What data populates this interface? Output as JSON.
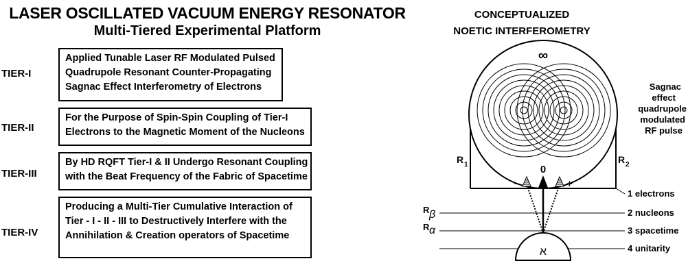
{
  "left": {
    "title": "LASER OSCILLATED VACUUM ENERGY RESONATOR",
    "subtitle": "Multi-Tiered Experimental Platform",
    "tiers": [
      {
        "label": "TIER-I",
        "lines": [
          "Applied Tunable Laser RF Modulated Pulsed",
          "Quadrupole  Resonant Counter-Propagating",
          "Sagnac Effect Interferometry of Electrons"
        ]
      },
      {
        "label": "TIER-II",
        "lines": [
          "For the Purpose of Spin-Spin Coupling of Tier-I",
          "Electrons to the Magnetic Moment of the Nucleons"
        ]
      },
      {
        "label": "TIER-III",
        "lines": [
          "By HD RQFT Tier-I & II Undergo Resonant Coupling",
          "with the Beat Frequency of the Fabric of Spacetime"
        ]
      },
      {
        "label": "TIER-IV",
        "lines": [
          "Producing a Multi-Tier Cumulative Interaction of",
          "Tier - I - II - III  to Destructively Interfere with the",
          "Annihilation & Creation operators of Spacetime"
        ]
      }
    ]
  },
  "right": {
    "title_line1": "CONCEPTUALIZED",
    "title_line2": "NOETIC INTERFEROMETRY",
    "infinity": "∞",
    "zero": "0",
    "minus": "-",
    "plus": "+",
    "r1": "R",
    "r1_sub": "1",
    "r2": "R",
    "r2_sub": "2",
    "r_beta": "R",
    "r_beta_sub": "β",
    "r_alpha": "R",
    "r_alpha_sub": "α",
    "aleph": "א",
    "sagnac_lines": [
      "Sagnac",
      "effect",
      "quadrupole",
      "modulated",
      "RF pulse"
    ],
    "levels": [
      "1 electrons",
      "2 nucleons",
      "3 spacetime",
      "4 unitarity"
    ]
  }
}
